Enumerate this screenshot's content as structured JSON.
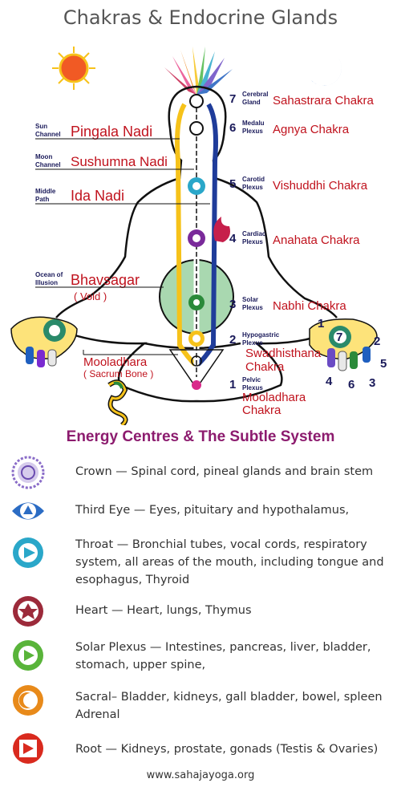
{
  "title": "Chakras & Endocrine Glands",
  "channels": {
    "pingala": {
      "small1": "Sun",
      "small2": "Channel",
      "name": "Pingala Nadi"
    },
    "sushumna": {
      "small1": "Moon",
      "small2": "Channel",
      "name": "Sushumna Nadi"
    },
    "ida": {
      "small1": "Middle",
      "small2": "Path",
      "name": "Ida Nadi"
    },
    "bhavsagar": {
      "small1": "Ocean of",
      "small2": "Illusion",
      "name": "Bhavsagar",
      "sub": "( Void )"
    },
    "mooladhara_left": {
      "name": "Mooladhara",
      "sub": "( Sacrum Bone )"
    }
  },
  "chakras": [
    {
      "num": "7",
      "small1": "Cerebral",
      "small2": "Gland",
      "name": "Sahastrara Chakra"
    },
    {
      "num": "6",
      "small1": "Medalu",
      "small2": "Plexus",
      "name": "Agnya Chakra"
    },
    {
      "num": "5",
      "small1": "Carotid",
      "small2": "Plexus",
      "name": "Vishuddhi Chakra"
    },
    {
      "num": "4",
      "small1": "Cardiac",
      "small2": "Plexus",
      "name": "Anahata Chakra"
    },
    {
      "num": "3",
      "small1": "Solar",
      "small2": "Plexus",
      "name": "Nabhi Chakra"
    },
    {
      "num": "2",
      "small1": "Hypogastric",
      "small2": "Plexus",
      "name": "Swadhisthana",
      "name2": "Chakra"
    },
    {
      "num": "1",
      "small1": "Pelvic",
      "small2": "Plexus",
      "name": "Mooladhara",
      "name2": "Chakra"
    }
  ],
  "hand_numbers": [
    "1",
    "7",
    "2",
    "5",
    "4",
    "6",
    "3"
  ],
  "subtitle": "Energy Centres & The Subtle System",
  "legend": [
    {
      "icon": "crown-chakra-icon",
      "color": "#8a6cc8",
      "text": "Crown — Spinal cord, pineal glands and brain stem"
    },
    {
      "icon": "third-eye-chakra-icon",
      "color": "#2b6cc4",
      "text": "Third Eye — Eyes, pituitary and hypothalamus,"
    },
    {
      "icon": "throat-chakra-icon",
      "color": "#2aa7c9",
      "text": "Throat — Bronchial tubes, vocal cords, respiratory system, all areas of the mouth, including tongue and esophagus, Thyroid"
    },
    {
      "icon": "heart-chakra-icon",
      "color": "#9c2a3a",
      "text": "Heart — Heart, lungs, Thymus"
    },
    {
      "icon": "solar-plexus-chakra-icon",
      "color": "#59b43a",
      "text": "Solar Plexus — Intestines, pancreas, liver, bladder, stomach, upper spine,"
    },
    {
      "icon": "sacral-chakra-icon",
      "color": "#e88a1a",
      "text": "Sacral– Bladder, kidneys, gall bladder, bowel, spleen Adrenal"
    },
    {
      "icon": "root-chakra-icon",
      "color": "#d92a1e",
      "text": "Root — Kidneys, prostate,  gonads (Testis & Ovaries)"
    }
  ],
  "footer": "www.sahajayoga.org"
}
